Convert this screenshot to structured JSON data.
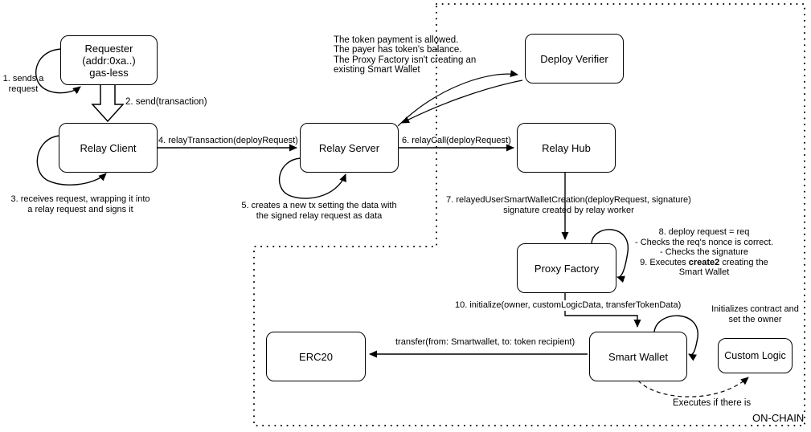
{
  "diagram_title": "Relayed Smart Wallet deployment flow",
  "colors": {
    "stroke": "#000000",
    "box_fill": "#ffffff",
    "background": "#ffffff",
    "text": "#000000"
  },
  "region": {
    "label": "ON-CHAIN"
  },
  "boxes": {
    "requester": {
      "lines": [
        "Requester",
        "(addr:0xa..)",
        "gas-less"
      ]
    },
    "relay_client": {
      "label": "Relay Client"
    },
    "relay_server": {
      "label": "Relay Server"
    },
    "deploy_verifier": {
      "label": "Deploy Verifier"
    },
    "relay_hub": {
      "label": "Relay Hub"
    },
    "proxy_factory": {
      "label": "Proxy Factory"
    },
    "smart_wallet": {
      "label": "Smart Wallet"
    },
    "erc20": {
      "label": "ERC20"
    },
    "custom_logic": {
      "label": "Custom Logic"
    }
  },
  "labels": {
    "step1": {
      "line1": "1. sends a",
      "line2": "request"
    },
    "step2": "2. send(transaction)",
    "step3": {
      "line1": "3. receives request, wrapping it into",
      "line2": "a relay request and signs it"
    },
    "step4": "4. relayTransaction(deployRequest)",
    "step5": {
      "line1": "5. creates a new tx setting the data with",
      "line2": "the signed relay request as data"
    },
    "step6": "6. relayCall(deployRequest)",
    "step7": {
      "line1": "7. relayedUserSmartWalletCreation(deployRequest, signature)",
      "line2": "signature created by relay worker"
    },
    "step8_9": {
      "line1": "8. deploy request = req",
      "line2": "- Checks the req's nonce is correct.",
      "line3": "- Checks the signature",
      "line4_pre": "9. Executes ",
      "line4_bold": "create2",
      "line4_post": " creating the",
      "line5": "Smart Wallet"
    },
    "step10": "10. initialize(owner, customLogicData, transferTokenData)",
    "verifier_checks": {
      "line1": "The token payment is allowed.",
      "line2": "The payer has token's balance.",
      "line3": "The Proxy Factory isn't creating an",
      "line4": "existing Smart Wallet"
    },
    "initializes": {
      "line1": "Initializes contract and",
      "line2": "set the owner"
    },
    "transfer": "transfer(from: Smartwallet, to: token recipient)",
    "executes_if": "Executes if there is",
    "onchain": "ON-CHAIN"
  },
  "edges": [
    {
      "from": "requester",
      "to": "requester",
      "label": "1. sends a request"
    },
    {
      "from": "requester",
      "to": "relay_client",
      "label": "2. send(transaction)",
      "style": "block-arrow"
    },
    {
      "from": "relay_client",
      "to": "relay_client",
      "label": "3. receives request, wrapping it into a relay request and signs it"
    },
    {
      "from": "relay_client",
      "to": "relay_server",
      "label": "4. relayTransaction(deployRequest)"
    },
    {
      "from": "relay_server",
      "to": "relay_server",
      "label": "5. creates a new tx setting the data with the signed relay request as data"
    },
    {
      "from": "relay_server",
      "to": "deploy_verifier",
      "label": "The token payment is allowed. The payer has token's balance. The Proxy Factory isn't creating an existing Smart Wallet"
    },
    {
      "from": "deploy_verifier",
      "to": "relay_server",
      "label": ""
    },
    {
      "from": "relay_server",
      "to": "relay_hub",
      "label": "6. relayCall(deployRequest)"
    },
    {
      "from": "relay_hub",
      "to": "proxy_factory",
      "label": "7. relayedUserSmartWalletCreation(deployRequest, signature) signature created by relay worker"
    },
    {
      "from": "proxy_factory",
      "to": "proxy_factory",
      "label": "8. deploy request = req - Checks the req's nonce is correct. - Checks the signature 9. Executes create2 creating the Smart Wallet"
    },
    {
      "from": "proxy_factory",
      "to": "smart_wallet",
      "label": "10. initialize(owner, customLogicData, transferTokenData)"
    },
    {
      "from": "smart_wallet",
      "to": "smart_wallet",
      "label": "Initializes contract and set the owner"
    },
    {
      "from": "smart_wallet",
      "to": "erc20",
      "label": "transfer(from: Smartwallet, to: token recipient)"
    },
    {
      "from": "smart_wallet",
      "to": "custom_logic",
      "label": "Executes if there is",
      "style": "dashed"
    }
  ]
}
